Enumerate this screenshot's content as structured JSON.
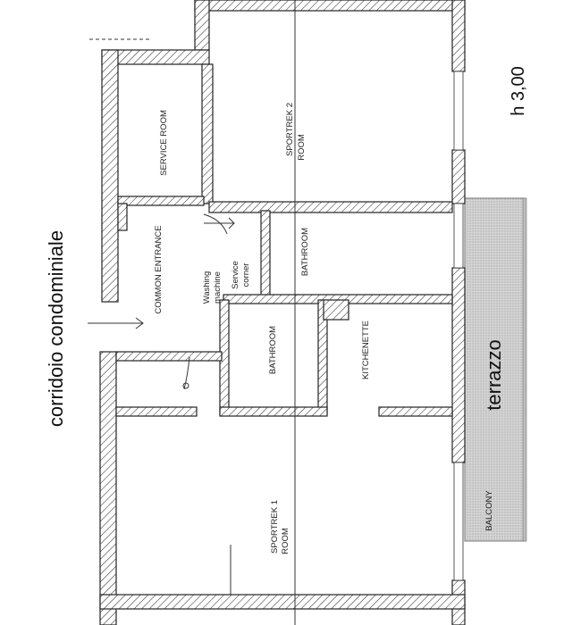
{
  "plan": {
    "rooms": {
      "service_room": "SERVICE ROOM",
      "sportrek2_line1": "SPORTREK 2",
      "sportrek2_line2": "ROOM",
      "common_entrance": "COMMON ENTRANCE",
      "washing_line1": "Washing",
      "washing_line2": "machine",
      "service_corner_line1": "Service",
      "service_corner_line2": "corner",
      "bathroom_upper": "BATHROOM",
      "bathroom_lower": "BATHROOM",
      "kitchenette": "KITCHENETTE",
      "sportrek1_line1": "SPORTREK 1",
      "sportrek1_line2": "ROOM",
      "balcony": "BALCONY"
    },
    "corridor_label": "corridoio condominiale",
    "terrace_label": "terrazzo",
    "height_label": "h 3,00"
  },
  "colors": {
    "ink": "#222222",
    "terrace_fill": "#d9d9d9",
    "paper": "#ffffff"
  }
}
